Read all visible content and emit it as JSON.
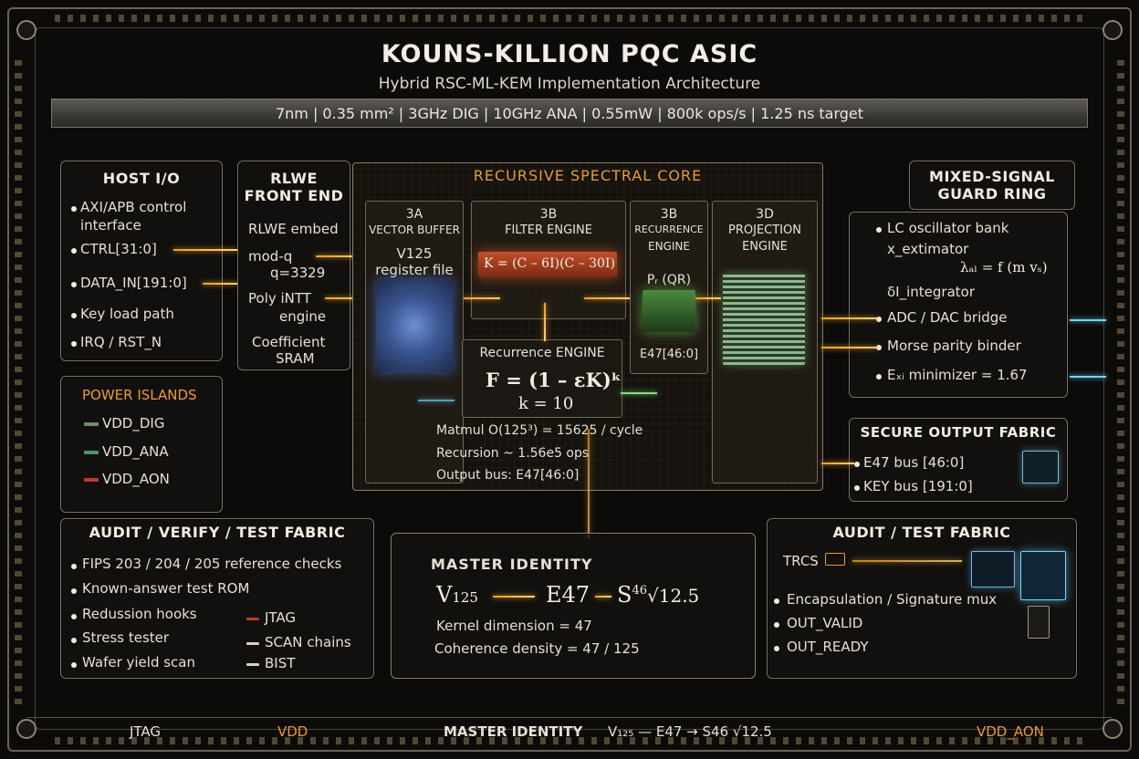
{
  "header": {
    "title": "KOUNS-KILLION PQC ASIC",
    "subtitle": "Hybrid RSC-ML-KEM Implementation Architecture",
    "specs": "7nm | 0.35 mm² | 3GHz DIG | 10GHz ANA | 0.55mW | 800k ops/s | 1.25 ns target"
  },
  "host_io": {
    "title": "HOST I/O",
    "items": [
      "AXI/APB control",
      "interface",
      "CTRL[31:0]",
      "DATA_IN[191:0]",
      "Key load path",
      "IRQ / RST_N"
    ]
  },
  "rlwe": {
    "title_1": "RLWE",
    "title_2": "FRONT END",
    "items": [
      "RLWE embed",
      "mod-q",
      "q=3329",
      "Poly iNTT",
      "engine",
      "Coefficient",
      "SRAM"
    ]
  },
  "power": {
    "title": "POWER ISLANDS",
    "items": [
      "VDD_DIG",
      "VDD_ANA",
      "VDD_AON"
    ],
    "colors": [
      "#6f8a6a",
      "#3f9a68",
      "#c23a2a"
    ]
  },
  "core": {
    "title": "RECURSIVE SPECTRAL CORE",
    "vector_buffer": {
      "id": "3A",
      "name": "VECTOR BUFFER",
      "line1": "V125",
      "line2": "register file"
    },
    "filter": {
      "id": "3B",
      "name": "FILTER ENGINE",
      "formula": "K = (C – 6I)(C – 30I)"
    },
    "recurrence_top": {
      "id": "3B",
      "name_1": "RECURRENCE",
      "name_2": "ENGINE",
      "formula": "Pᵣ (QR)",
      "bus": "E47[46:0]"
    },
    "projection": {
      "id": "3D",
      "name_1": "PROJECTION",
      "name_2": "ENGINE"
    },
    "recurrence": {
      "title": "Recurrence ENGINE",
      "formula": "F = (1 – εK)ᵏ",
      "k": "k = 10"
    },
    "notes": [
      "Matmul O(125³) = 15625 / cycle",
      "Recursion ~ 1.56e5 ops",
      "Output bus: E47[46:0]"
    ]
  },
  "mixed_signal": {
    "title_1": "MIXED-SIGNAL",
    "title_2": "GUARD RING",
    "items": [
      "LC oscillator bank",
      "x_extimator",
      "λₐₗ = f (m vₛ)",
      "δI_integrator",
      "ADC / DAC bridge",
      "Morse parity binder",
      "Eₓᵢ minimizer = 1.67"
    ]
  },
  "secure_output": {
    "title": "SECURE OUTPUT FABRIC",
    "items": [
      "E47 bus [46:0]",
      "KEY bus [191:0]"
    ]
  },
  "audit_verify": {
    "title": "AUDIT / VERIFY / TEST FABRIC",
    "items": [
      "FIPS 203 / 204 / 205 reference checks",
      "Known-answer test ROM",
      "Redussion hooks",
      "Stress tester",
      "Wafer yield scan"
    ],
    "ports": [
      "JTAG",
      "SCAN chains",
      "BIST"
    ]
  },
  "master_identity": {
    "title": "MASTER IDENTITY",
    "v": "V",
    "v_sub": "125",
    "e": "E47",
    "s": "S",
    "s_sup": "46",
    "root": "√12.5",
    "kernel": "Kernel dimension = 47",
    "coherence": "Coherence density = 47 / 125"
  },
  "audit_test": {
    "title": "AUDIT / TEST FABRIC",
    "trcs": "TRCS",
    "items": [
      "Encapsulation / Signature mux",
      "OUT_VALID",
      "OUT_READY"
    ]
  },
  "footer": {
    "jtag": "JTAG",
    "vdd": "VDD",
    "identity_label": "MASTER IDENTITY",
    "identity_value": "V₁₂₅ — E47 → S46 √12.5",
    "vdd_aon": "VDD_AON"
  }
}
